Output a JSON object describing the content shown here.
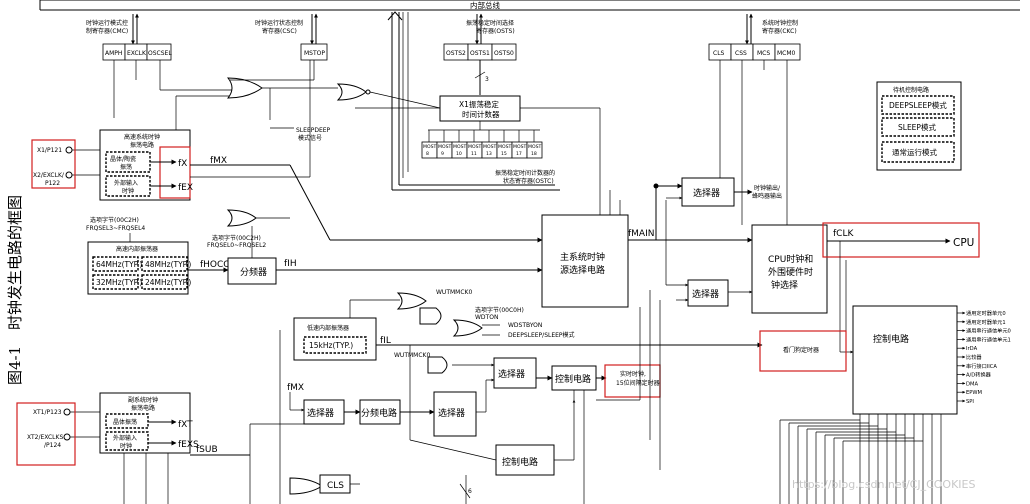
{
  "bus": {
    "label": "内部总线"
  },
  "side_caption": {
    "fig": "图4-1",
    "title": "时钟发生电路的框图"
  },
  "registers": {
    "cmc": {
      "line1": "时钟运行模式控",
      "line2": "制寄存器(CMC)",
      "bits": [
        "AMPH",
        "EXCLK",
        "OSCSEL"
      ]
    },
    "csc": {
      "line1": "时钟运行状态控制",
      "line2": "寄存器(CSC)",
      "bits": [
        "MSTOP"
      ]
    },
    "osts": {
      "line1": "振荡稳定时间选择",
      "line2": "寄存器(OSTS)",
      "bits": [
        "OSTS2",
        "OSTS1",
        "OSTS0"
      ],
      "width_label": "3"
    },
    "ckc": {
      "line1": "系统时钟控制",
      "line2": "寄存器(CKC)",
      "bits": [
        "CLS",
        "CSS",
        "MCS",
        "MCM0"
      ]
    },
    "ostc": {
      "cells": [
        "MOST 8",
        "MOST 9",
        "MOST 10",
        "MOST 11",
        "MOST 13",
        "MOST 15",
        "MOST 17",
        "MOST 18"
      ],
      "caption1": "振荡稳定时间计数器的",
      "caption2": "状态寄存器(OSTC)"
    }
  },
  "standby": {
    "title": "待机控制电路",
    "modes": [
      "DEEPSLEEP模式",
      "SLEEP模式",
      "通常运行模式"
    ]
  },
  "x1_counter": {
    "line1": "X1振荡稳定",
    "line2": "时间计数器"
  },
  "sleepdeep": {
    "line1": "SLEEPDEEP",
    "line2": "模式信号"
  },
  "hs_osc": {
    "title1": "高速系统时钟",
    "title2": "振荡电路",
    "crystal1": "晶体/陶瓷",
    "crystal2": "振荡",
    "ext1": "外部输入",
    "ext2": "时钟",
    "fx": "fX",
    "fex": "fEX",
    "pin1": "X1/P121",
    "pin2a": "X2/EXCLK/",
    "pin2b": "P122"
  },
  "fmx": "fMX",
  "fmain": "fMAIN",
  "fclk": "fCLK",
  "fih": "fIH",
  "fhoco": "fHOCO",
  "fil": "fIL",
  "fsub": "fSUB",
  "fmx2": "fMX",
  "hoco": {
    "option1": "选项字节(00C2H)",
    "option2": "FRQSEL3~FRQSEL4",
    "option3": "选项字节(00C2H)",
    "option4": "FRQSEL0~FRQSEL2",
    "title": "高速内部振荡器",
    "freqs": [
      "64MHz(TYP.)",
      "48MHz(TYP.)",
      "32MHz(TYP.)",
      "24MHz(TYP.)"
    ],
    "divider": "分频器"
  },
  "selector_top": {
    "label": "选择器",
    "out1": "时钟输出/",
    "out2": "蜂鸣器输出"
  },
  "main_sel": {
    "line1": "主系统时钟",
    "line2": "源选择电路"
  },
  "cpu_sel": {
    "line1": "CPU时钟和",
    "line2": "外围硬件时",
    "line3": "钟选择"
  },
  "cpu": "CPU",
  "selector_mid": "选择器",
  "lowspeed": {
    "title": "低速内部振荡器",
    "freq": "15kHz(TYP.)",
    "wutmmck0": "WUTMMCK0",
    "option1": "选项字节(00C0H)",
    "option2": "WDTON",
    "wdt_stby": "WDSTBYON",
    "deepsleep": "DEEPSLEEP/SLEEP模式",
    "wutmmck0b": "WUTMMCK0"
  },
  "watchdog": "看门狗定时器",
  "control": {
    "title": "控制电路",
    "outputs": [
      "通用定时器单元0",
      "通用定时器单元1",
      "通用串行通信单元0",
      "通用串行通信单元1",
      "IrDA",
      "比较器",
      "串行接口IICA",
      "A/D转换器",
      "DMA",
      "EPWM",
      "SPI"
    ]
  },
  "rtc": {
    "selector": "选择器",
    "control": "控制电路",
    "out1": "实时时钟,",
    "out2": "15位间隔定时器"
  },
  "sub_osc": {
    "title1": "副系统时钟",
    "title2": "振荡电路",
    "crystal": "晶体振荡",
    "ext1": "外部输入",
    "ext2": "时钟",
    "fxt": "fXT",
    "fexs": "fEXS",
    "pin1": "XT1/P123",
    "pin2a": "XT2/EXCLKS",
    "pin2b": "/P124"
  },
  "bottom": {
    "selector1": "选择器",
    "divider": "分频电路",
    "selector2": "选择器",
    "control": "控制电路",
    "cls": "CLS",
    "six": "6"
  },
  "watermark": "https://blog.csdn.net/CJ_COOKIES"
}
